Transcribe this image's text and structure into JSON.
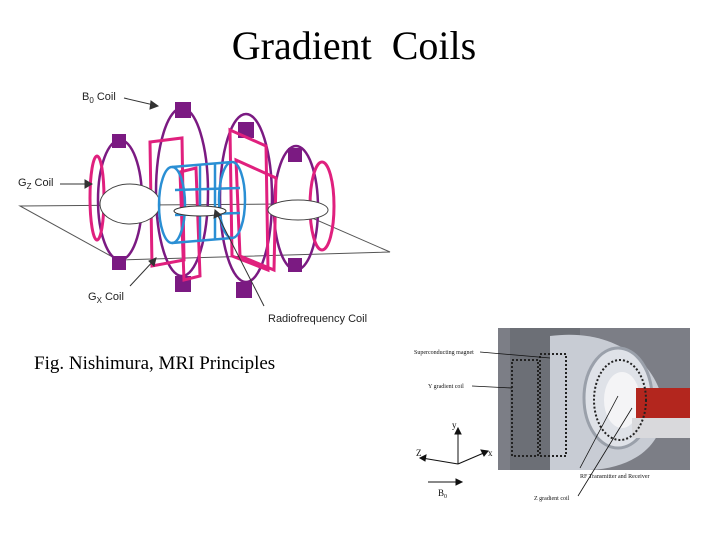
{
  "title": "Gradient  Coils",
  "caption": "Fig. Nishimura, MRI Principles",
  "diagram": {
    "labels": {
      "b0_coil": "B",
      "b0_sub": "0",
      "b0_rest": " Coil",
      "gz_coil": "G",
      "gz_sub": "Z",
      "gz_rest": " Coil",
      "gx_coil": "G",
      "gx_sub": "X",
      "gx_rest": " Coil",
      "rf_coil": "Radiofrequency Coil"
    },
    "colors": {
      "b0": "#7b1a82",
      "gradient": "#e0207e",
      "rf": "#2a8fd4"
    }
  },
  "photo": {
    "labels": {
      "superconducting_magnet": "Superconducting magnet",
      "y_gradient_coil": "Y gradient coil",
      "rf_transmitter": "RF Transmitter and Receiver",
      "z_gradient_coil": "Z gradient coil"
    },
    "axes": {
      "y": "y",
      "z": "Z",
      "x": "x",
      "b0": "B",
      "b0_sub": "0"
    }
  }
}
